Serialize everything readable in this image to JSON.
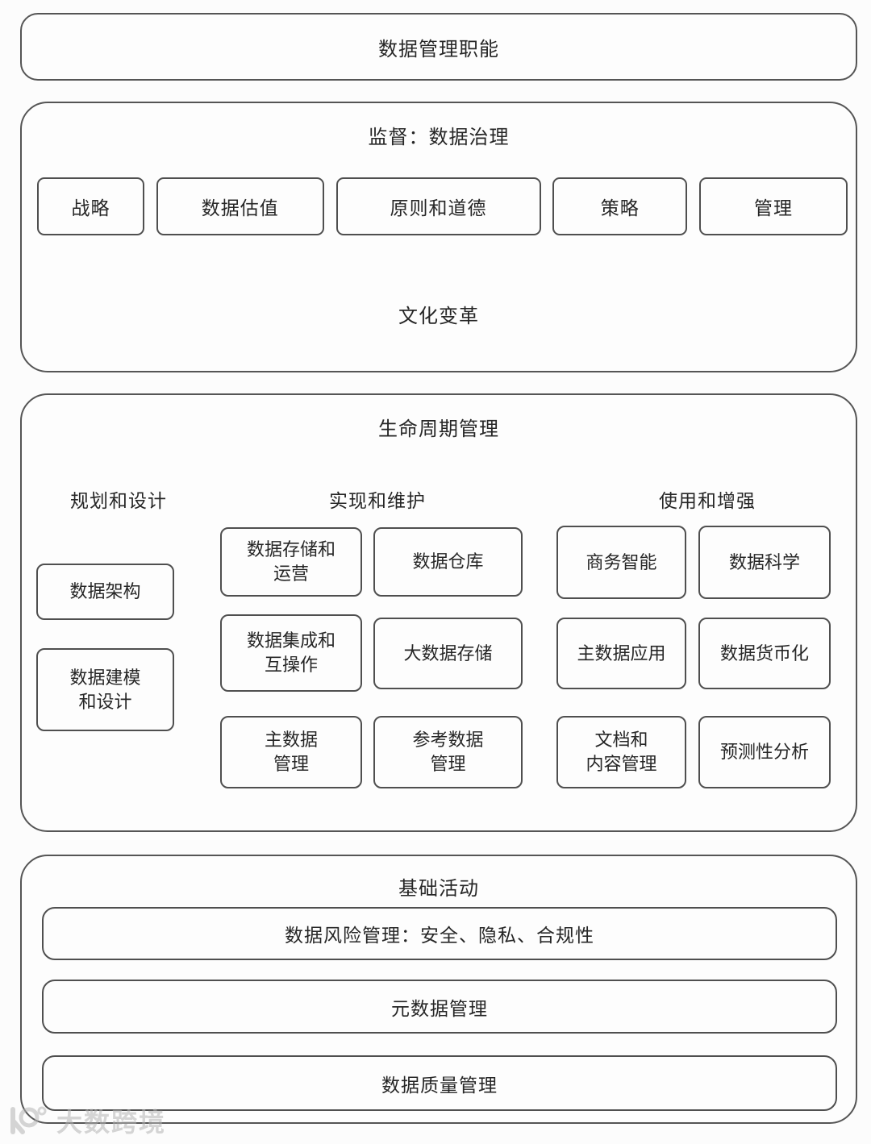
{
  "header": {
    "title": "数据管理职能"
  },
  "governance": {
    "title": "监督：数据治理",
    "boxes": [
      "战略",
      "数据估值",
      "原则和道德",
      "策略",
      "管理"
    ],
    "culture": "文化变革"
  },
  "lifecycle": {
    "title": "生命周期管理",
    "columns": [
      {
        "header": "规划和设计",
        "items": [
          "数据架构",
          "数据建模\n和设计"
        ]
      },
      {
        "header": "实现和维护",
        "items": [
          "数据存储和\n运营",
          "数据仓库",
          "数据集成和\n互操作",
          "大数据存储",
          "主数据\n管理",
          "参考数据\n管理"
        ]
      },
      {
        "header": "使用和增强",
        "items": [
          "商务智能",
          "数据科学",
          "主数据应用",
          "数据货币化",
          "文档和\n内容管理",
          "预测性分析"
        ]
      }
    ]
  },
  "foundation": {
    "title": "基础活动",
    "bars": [
      "数据风险管理：安全、隐私、合规性",
      "元数据管理",
      "数据质量管理"
    ]
  },
  "watermark": {
    "brand": "大数跨境"
  },
  "colors": {
    "background": "#fcfcfc",
    "border": "#4f4f4f",
    "text": "#262626",
    "watermark": "#b5b5b5"
  }
}
